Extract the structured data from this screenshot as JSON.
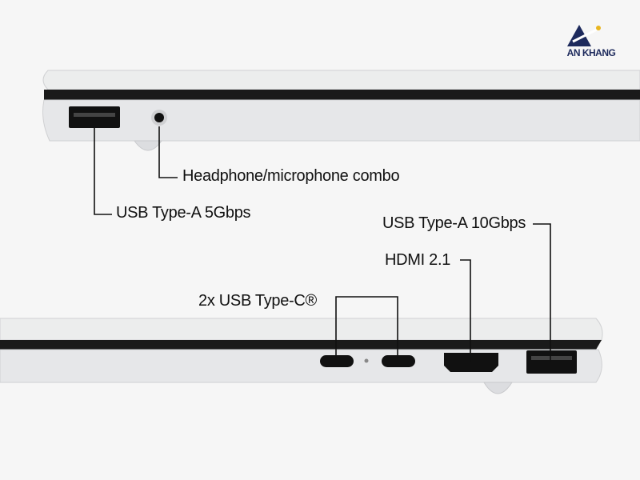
{
  "brand": {
    "name": "AN KHANG",
    "colors": {
      "primary": "#1d2a5c",
      "accent": "#e8b520"
    }
  },
  "labels": {
    "headphone": "Headphone/microphone combo",
    "usb_a_left": "USB Type-A 5Gbps",
    "usb_a_right": "USB Type-A 10Gbps",
    "hdmi": "HDMI 2.1",
    "usb_c": "2x USB Type-C®"
  },
  "colors": {
    "background": "#f6f6f6",
    "chassis": "#e4e5e7",
    "port": "#111111",
    "leader_line": "#111111"
  }
}
